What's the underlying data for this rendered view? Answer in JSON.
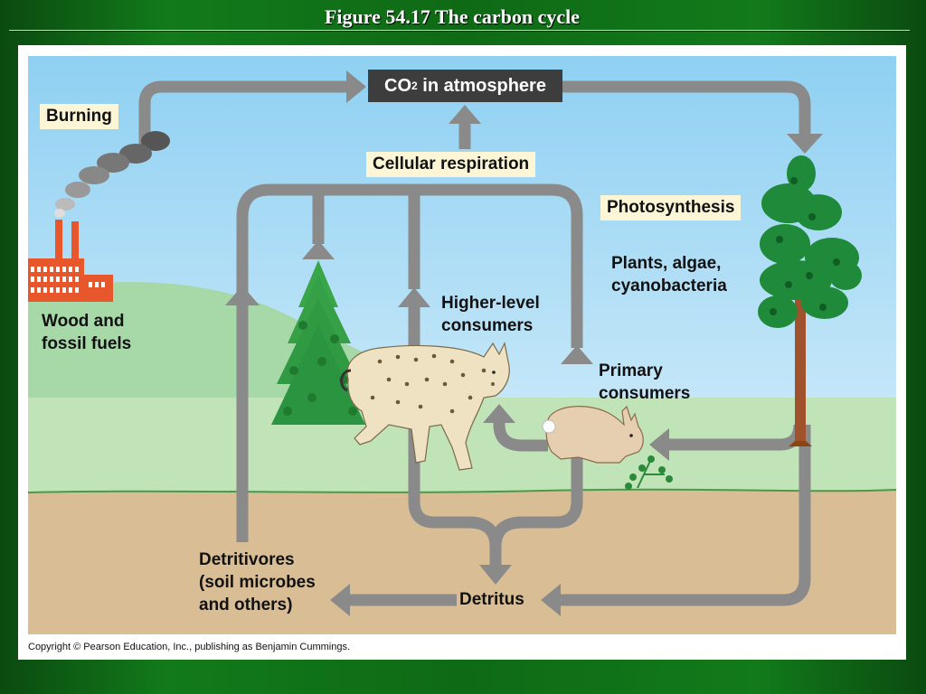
{
  "slide": {
    "title": "Figure 54.17  The carbon cycle"
  },
  "diagram": {
    "co2_main": "CO",
    "co2_sub": "2",
    "co2_rest": " in atmosphere",
    "burning": "Burning",
    "cellular_respiration": "Cellular respiration",
    "photosynthesis": "Photosynthesis",
    "plants": "Plants, algae,\ncyanobacteria",
    "wood_fuels": "Wood and\nfossil fuels",
    "higher_consumers": "Higher-level\nconsumers",
    "primary_consumers": "Primary\nconsumers",
    "detritivores": "Detritivores\n(soil microbes\nand others)",
    "detritus": "Detritus",
    "copyright": "Copyright © Pearson Education, Inc., publishing as Benjamin Cummings."
  },
  "colors": {
    "background": "#127a1a",
    "sky": "#a9dcf5",
    "hill": "#a6d8a8",
    "grass": "#c0e3b7",
    "soil": "#d9be95",
    "arrow": "#8a8a8a",
    "label_box": "#fdf6d6",
    "co2_box": "#3d3d3d"
  },
  "icons": [
    "factory-icon",
    "smoke-icon",
    "tree-icon",
    "bush-icon",
    "lynx-icon",
    "rabbit-icon",
    "plant-icon"
  ]
}
